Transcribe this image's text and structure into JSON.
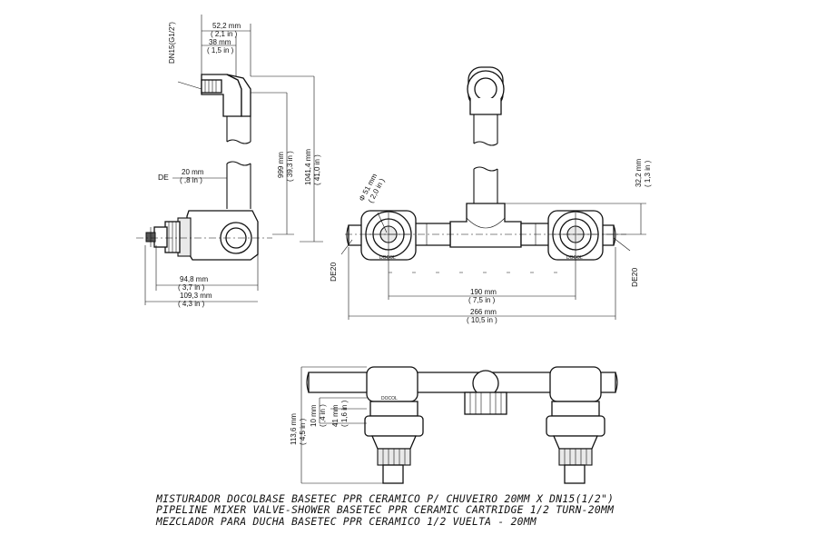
{
  "side_view": {
    "thread_label": "DN15(G1/2\")",
    "dim_top_outer_mm": "52,2 mm",
    "dim_top_outer_in": "( 2,1 in )",
    "dim_top_inner_mm": "38 mm",
    "dim_top_inner_in": "( 1,5 in )",
    "de_label": "DE",
    "dim_de_mm": "20 mm",
    "dim_de_in": "( ,8 in )",
    "dim_height_a_mm": "999 mm",
    "dim_height_a_in": "( 39,3 in )",
    "dim_height_b_mm": "1041,4 mm",
    "dim_height_b_in": "( 41,0 in )",
    "dim_depth_a_mm": "94,8 mm",
    "dim_depth_a_in": "( 3,7 in )",
    "dim_depth_b_mm": "109,3 mm",
    "dim_depth_b_in": "( 4,3 in )"
  },
  "front_view": {
    "diameter_mm": "Φ 51 mm",
    "diameter_in": "( 2,0 in )",
    "dim_offset_mm": "32,2 mm",
    "dim_offset_in": "( 1,3 in )",
    "de_left": "DE20",
    "de_right": "DE20",
    "dim_centers_mm": "190 mm",
    "dim_centers_in": "( 7,5 in )",
    "dim_total_mm": "266 mm",
    "dim_total_in": "( 10,5 in )",
    "brand_mark": "DOCOL"
  },
  "bottom_view": {
    "dim_overall_mm": "113,6 mm",
    "dim_overall_in": "( 4,5 in )",
    "dim_small_mm": "10 mm",
    "dim_small_in": "( ,4 in )",
    "dim_mid_mm": "41 mm",
    "dim_mid_in": "( 1,6 in )",
    "brand_mark": "DOCOL"
  },
  "caption": {
    "line_pt": "MISTURADOR DOCOLBASE BASETEC PPR CERAMICO P/ CHUVEIRO 20MM X DN15(1/2\")",
    "line_en": "PIPELINE MIXER VALVE-SHOWER BASETEC PPR CERAMIC CARTRIDGE 1/2 TURN-20MM",
    "line_es": "MEZCLADOR PARA DUCHA BASETEC PPR CERAMICO 1/2 VUELTA - 20MM"
  }
}
